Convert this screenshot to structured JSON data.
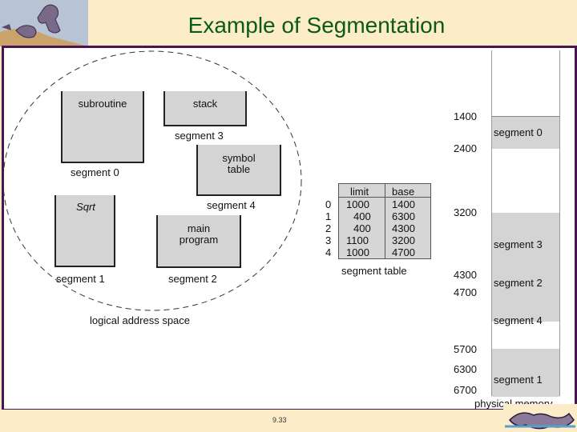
{
  "title": "Example of Segmentation",
  "page_number": "9.33",
  "logical": {
    "caption": "logical address space",
    "segments": [
      {
        "box": "subroutine",
        "label": "segment 0"
      },
      {
        "box": "stack",
        "label": "segment 3"
      },
      {
        "box": "symbol table",
        "box_line1": "symbol",
        "box_line2": "table",
        "label": "segment 4"
      },
      {
        "box": "Sqrt",
        "label": "segment 1"
      },
      {
        "box": "main program",
        "box_line1": "main",
        "box_line2": "program",
        "label": "segment 2"
      }
    ]
  },
  "segment_table": {
    "caption": "segment table",
    "headers": [
      "limit",
      "base"
    ],
    "rows": [
      {
        "index": "0",
        "limit": "1000",
        "base": "1400"
      },
      {
        "index": "1",
        "limit": "400",
        "base": "6300"
      },
      {
        "index": "2",
        "limit": "400",
        "base": "4300"
      },
      {
        "index": "3",
        "limit": "1100",
        "base": "3200"
      },
      {
        "index": "4",
        "limit": "1000",
        "base": "4700"
      }
    ]
  },
  "physical": {
    "caption": "physical memory",
    "addresses": [
      "1400",
      "2400",
      "3200",
      "4300",
      "4700",
      "5700",
      "6300",
      "6700"
    ],
    "segments": [
      "segment 0",
      "segment 3",
      "segment 2",
      "segment 4",
      "segment 1"
    ]
  },
  "colors": {
    "title": "#0c5a1a",
    "frame": "#4a1450",
    "background": "#fcecc8"
  }
}
